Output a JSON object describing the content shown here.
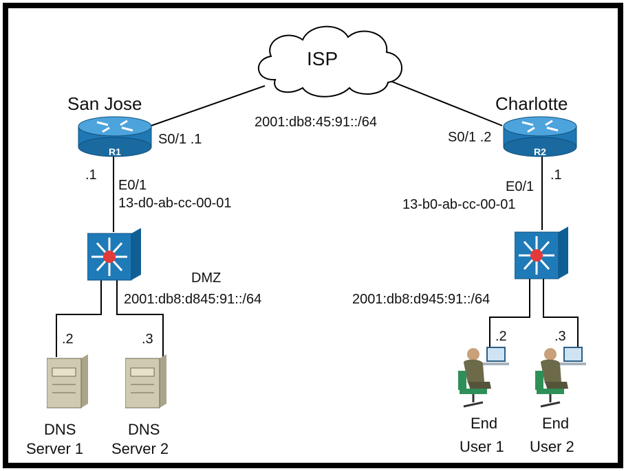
{
  "isp": {
    "label": "ISP"
  },
  "wan": {
    "network": "2001:db8:45:91::/64"
  },
  "san_jose": {
    "site_label": "San Jose",
    "router_label": "R1",
    "serial_if": "S0/1 .1",
    "lan_host": ".1",
    "eth_if": "E0/1",
    "mac": "13-d0-ab-cc-00-01",
    "dmz_label": "DMZ",
    "lan_network": "2001:db8:d845:91::/64",
    "hosts": [
      {
        "addr": ".2",
        "name_line1": "DNS",
        "name_line2": "Server 1"
      },
      {
        "addr": ".3",
        "name_line1": "DNS",
        "name_line2": "Server 2"
      }
    ]
  },
  "charlotte": {
    "site_label": "Charlotte",
    "router_label": "R2",
    "serial_if": "S0/1 .2",
    "lan_host": ".1",
    "eth_if": "E0/1",
    "mac": "13-b0-ab-cc-00-01",
    "lan_network": "2001:db8:d945:91::/64",
    "hosts": [
      {
        "addr": ".2",
        "name_line1": "End",
        "name_line2": "User 1"
      },
      {
        "addr": ".3",
        "name_line1": "End",
        "name_line2": "User 2"
      }
    ]
  },
  "colors": {
    "device_blue": "#1f7ab8",
    "link": "#000000"
  }
}
